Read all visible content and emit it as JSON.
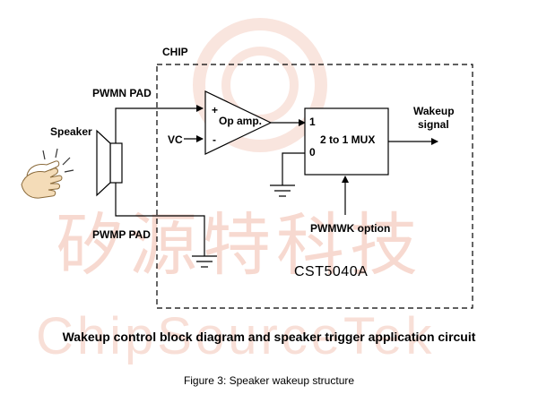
{
  "watermark": {
    "cn": "矽源特科技",
    "en": "ChipSourceTek"
  },
  "diagram": {
    "chip_label": "CHIP",
    "speaker_label": "Speaker",
    "pwmn_label": "PWMN PAD",
    "pwmp_label": "PWMP PAD",
    "vc_label": "VC",
    "opamp_label": "Op amp.",
    "plus_sign": "+",
    "minus_sign": "-",
    "mux_label": "2 to 1 MUX",
    "mux_in1": "1",
    "mux_in0": "0",
    "wakeup_line1": "Wakeup",
    "wakeup_line2": "signal",
    "pwmwk_label": "PWMWK option",
    "part_number": "CST5040A"
  },
  "headline": "Wakeup control block diagram and speaker trigger application circuit",
  "caption": "Figure 3: Speaker wakeup structure",
  "colors": {
    "watermark": "#f3c6b8",
    "line": "#000000"
  }
}
